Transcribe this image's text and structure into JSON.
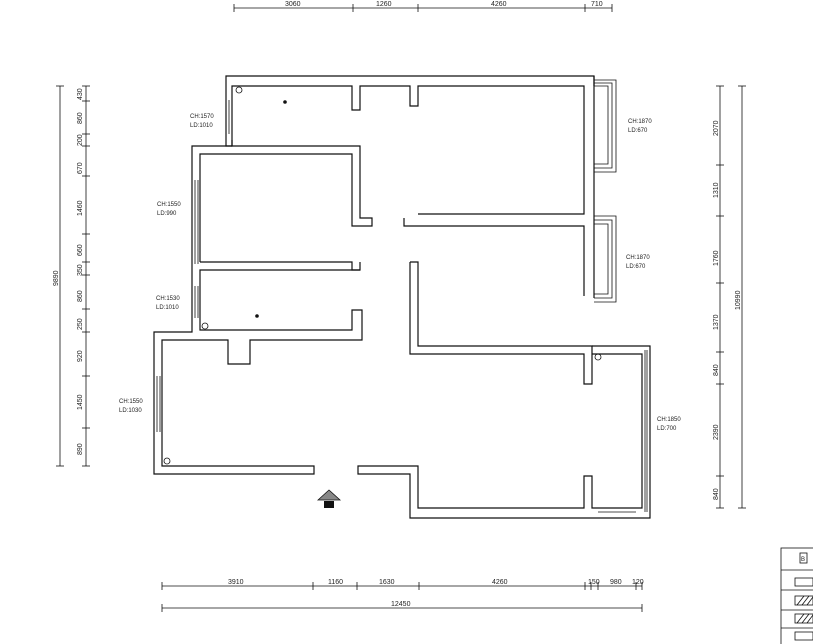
{
  "top_dims": [
    "3060",
    "1260",
    "4260",
    "710"
  ],
  "bottom_dims": [
    "3910",
    "1160",
    "1630",
    "4260",
    "150",
    "980",
    "120"
  ],
  "bottom_total": "12450",
  "left_dims": [
    "430",
    "860",
    "200",
    "670",
    "1460",
    "660",
    "350",
    "860",
    "250",
    "920",
    "1450",
    "890"
  ],
  "left_total": "9890",
  "right_dims": [
    "2070",
    "1310",
    "1760",
    "1370",
    "840",
    "2390",
    "840"
  ],
  "right_total": "10990",
  "window_notes": [
    {
      "ch": "CH:1570",
      "ld": "LD:1010"
    },
    {
      "ch": "CH:1550",
      "ld": "LD:990"
    },
    {
      "ch": "CH:1530",
      "ld": "LD:1010"
    },
    {
      "ch": "CH:1550",
      "ld": "LD:1030"
    },
    {
      "ch": "CH:1870",
      "ld": "LD:670"
    },
    {
      "ch": "CH:1870",
      "ld": "LD:670"
    },
    {
      "ch": "CH:1850",
      "ld": "LD:700"
    }
  ],
  "legend_top_label": "B"
}
